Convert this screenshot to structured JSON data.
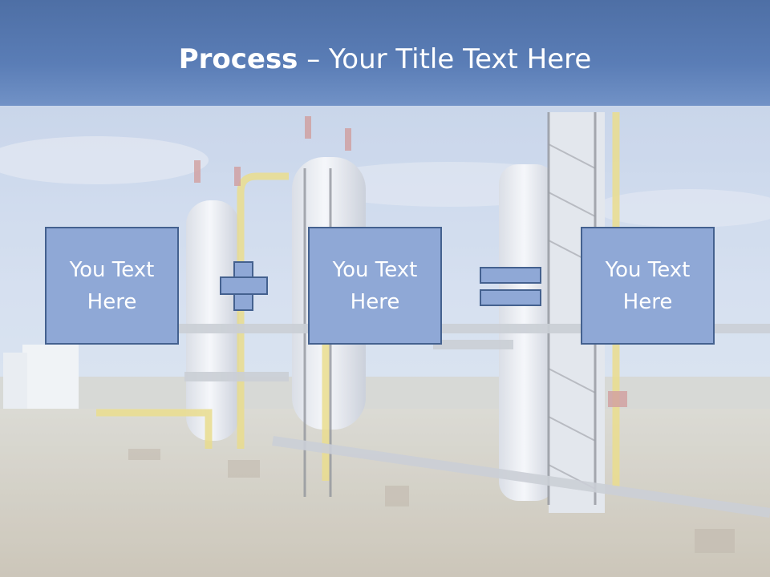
{
  "slide": {
    "title_bold": "Process",
    "title_rest": " – Your Title Text Here",
    "boxes": [
      {
        "text": "You Text Here"
      },
      {
        "text": "You Text Here"
      },
      {
        "text": "You Text Here"
      }
    ],
    "operators": [
      "plus",
      "equals"
    ]
  },
  "background": {
    "description_colors": {
      "header": "#4e6fa5",
      "sky": "#c8d6ea",
      "ground": "#c9c3b4",
      "box_fill": "#8fa8d6",
      "box_border": "#44618f"
    }
  }
}
